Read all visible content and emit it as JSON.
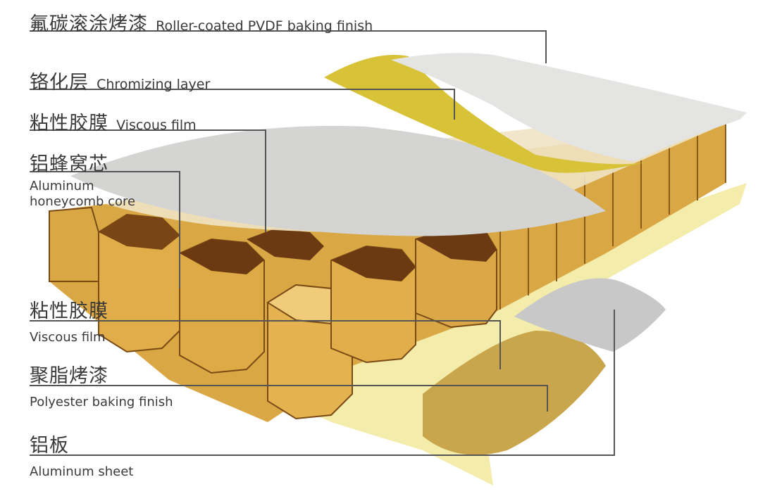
{
  "labels": [
    {
      "zh": "氟碳滚涂烤漆",
      "en": "Roller-coated PVDF baking finish"
    },
    {
      "zh": "铬化层",
      "en": "Chromizing layer"
    },
    {
      "zh": "粘性胶膜",
      "en": "Viscous film"
    },
    {
      "zh": "铝蜂窝芯",
      "en_line1": "Aluminum",
      "en_line2": "honeycomb core"
    },
    {
      "zh": "粘性胶膜",
      "en": "Viscous film"
    },
    {
      "zh": "聚脂烤漆",
      "en": "Polyester baking finish"
    },
    {
      "zh": "铝板",
      "en": "Aluminum sheet"
    }
  ],
  "colors": {
    "leader_line": "#555555",
    "honeycomb_light": "#e2b04a",
    "honeycomb_mid": "#c9912c",
    "honeycomb_dark": "#6b3a12",
    "yellow_layer": "#d9c436",
    "pale_yellow_layer": "#f1e9a0",
    "grey_layer": "#cfcfcf",
    "grey_light": "#e8e8e6",
    "mustard_layer": "#c9a54c"
  }
}
